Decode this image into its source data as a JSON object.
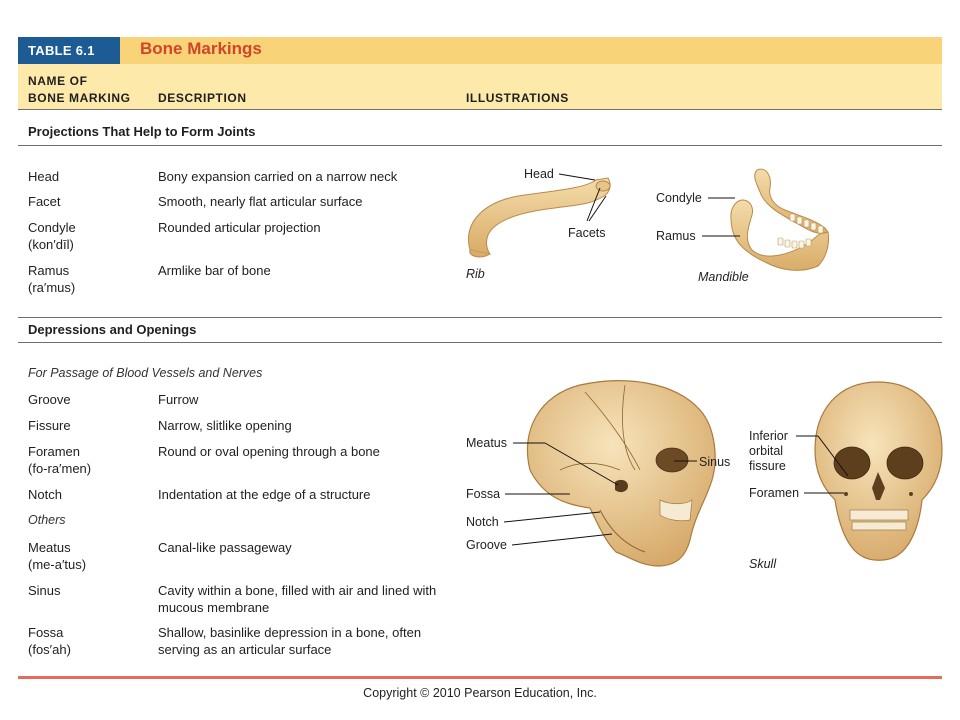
{
  "header": {
    "table_number": "TABLE 6.1",
    "title": "Bone Markings",
    "col_name_line1": "NAME OF",
    "col_name_line2": "BONE MARKING",
    "col_description": "DESCRIPTION",
    "col_illustrations": "ILLUSTRATIONS"
  },
  "sections": {
    "projections": {
      "title": "Projections That Help to Form Joints",
      "rows": [
        {
          "term": "Head",
          "pron": "",
          "description": "Bony expansion carried on a narrow neck"
        },
        {
          "term": "Facet",
          "pron": "",
          "description": "Smooth, nearly flat articular surface"
        },
        {
          "term": "Condyle",
          "pron": "(kon′dīl)",
          "description": "Rounded articular projection"
        },
        {
          "term": "Ramus",
          "pron": "(ra′mus)",
          "description": "Armlike bar of bone"
        }
      ]
    },
    "depressions": {
      "title": "Depressions and Openings",
      "sub1": "For Passage of Blood Vessels and Nerves",
      "sub2": "Others",
      "rows_a": [
        {
          "term": "Groove",
          "pron": "",
          "description": "Furrow"
        },
        {
          "term": "Fissure",
          "pron": "",
          "description": "Narrow, slitlike opening"
        },
        {
          "term": "Foramen",
          "pron": "(fo-ra′men)",
          "description": "Round or oval opening through a bone"
        },
        {
          "term": "Notch",
          "pron": "",
          "description": "Indentation at the edge of a structure"
        }
      ],
      "rows_b": [
        {
          "term": "Meatus",
          "pron": "(me-a′tus)",
          "description": "Canal-like passageway"
        },
        {
          "term": "Sinus",
          "pron": "",
          "description": "Cavity within a bone, filled with air and lined with mucous membrane"
        },
        {
          "term": "Fossa",
          "pron": "(fos′ah)",
          "description": "Shallow, basinlike depression in a bone, often serving as an articular surface"
        }
      ]
    }
  },
  "illustrations": {
    "rib": {
      "caption": "Rib",
      "label_head": "Head",
      "label_facets": "Facets"
    },
    "mandible": {
      "caption": "Mandible",
      "label_condyle": "Condyle",
      "label_ramus": "Ramus"
    },
    "skull_side": {
      "label_meatus": "Meatus",
      "label_sinus": "Sinus",
      "label_fossa": "Fossa",
      "label_notch": "Notch",
      "label_groove": "Groove"
    },
    "skull_front": {
      "caption": "Skull",
      "label_fissure_1": "Inferior",
      "label_fissure_2": "orbital",
      "label_fissure_3": "fissure",
      "label_foramen": "Foramen"
    }
  },
  "footer": {
    "copyright": "Copyright © 2010 Pearson Education, Inc."
  },
  "colors": {
    "accent_blue": "#1d5b94",
    "title_red": "#d1452a",
    "band_yellow": "#fde9a9",
    "strip_yellow": "#f9d378",
    "bone": "#e9c98f",
    "rule_red": "#e86a5a"
  }
}
